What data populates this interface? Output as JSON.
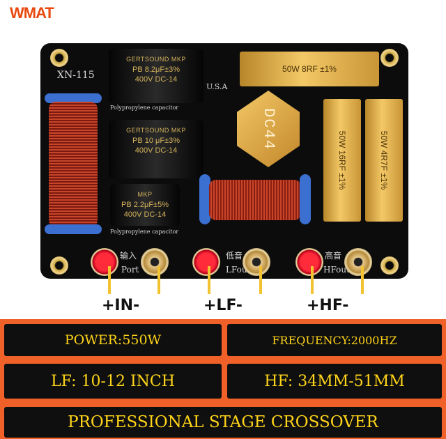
{
  "logo": "WMAT",
  "board": {
    "model": "XN-115",
    "usa": "U.S.A",
    "caps": [
      {
        "brand": "GERTSOUND",
        "type": "MKP",
        "value": "PB 8.2μF±3%",
        "voltage": "400V DC-14"
      },
      {
        "brand": "GERTSOUND",
        "type": "MKP",
        "value": "PB 10 μF±3%",
        "voltage": "400V DC-14"
      },
      {
        "brand": "",
        "type": "MKP",
        "value": "PB 2.2μF±5%",
        "voltage": "400V DC-14"
      }
    ],
    "cap_label": "Polypropylene capacitor",
    "chip": "DC44",
    "resistors": [
      "50W 8RF ±1%",
      "50W 16RF ±1%",
      "50W 4R7F ±1%"
    ],
    "silk_labels": [
      "Port",
      "LFout",
      "HFout",
      "输入",
      "低音",
      "高音"
    ]
  },
  "terminals": {
    "in": "+IN-",
    "lf": "+LF-",
    "hf": "+HF-"
  },
  "specs": {
    "power": "POWER:550W",
    "frequency": "FREQUENCY:2000HZ",
    "lf": "LF: 10-12 INCH",
    "hf": "HF: 34MM-51MM",
    "title": "PROFESSIONAL STAGE CROSSOVER"
  },
  "colors": {
    "accent": "#f0612a",
    "panel": "#0f0f0f",
    "text": "#ffd419"
  }
}
